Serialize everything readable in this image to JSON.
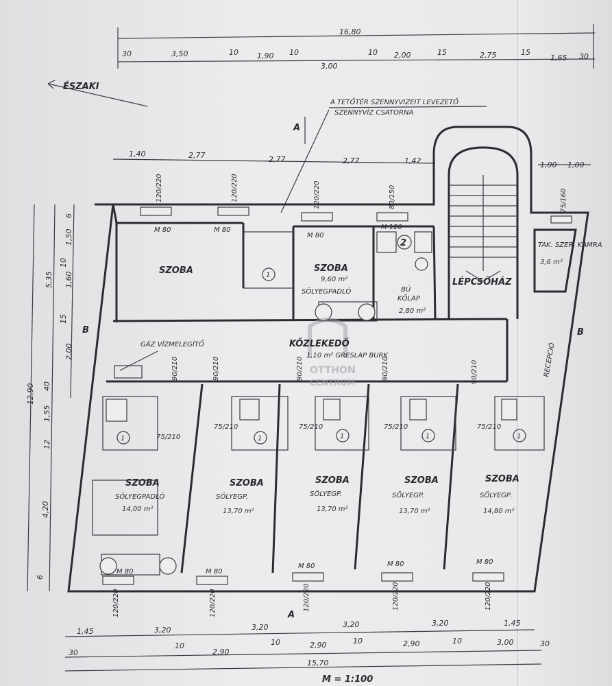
{
  "title": {
    "north": "ÉSZAKI",
    "scale": "M = 1:100"
  },
  "annotations": {
    "roof_drain_1": "A TETŐTÉR SZENNYVIZEIT LEVEZETŐ",
    "roof_drain_2": "SZENNYVÍZ CSATORNA",
    "gas_heater": "GÁZ VÍZMELEGÍTŐ",
    "section_a": "A",
    "section_b": "B"
  },
  "watermark": {
    "line1": "OTTHON",
    "line2": "CENTRUM"
  },
  "rooms": {
    "top_left": {
      "name": "SZOBA"
    },
    "top_mid": {
      "name": "SZOBA",
      "area": "9,60 m²",
      "floor": "SÖLYEGPADLÓ"
    },
    "kitchen": {
      "name": "BÚ",
      "floor": "KŐLAP",
      "area": "2,80 m²",
      "num": "2"
    },
    "stair": {
      "name": "LÉPCSŐHÁZ"
    },
    "storage": {
      "name": "TAK. SZER. KAMRA",
      "area": "3,6 m²"
    },
    "corridor": {
      "name": "KÖZLEKEDŐ",
      "detail": "1,10 m²  GRESLAP BURK"
    },
    "reception": {
      "name": "RECEPCIÓ"
    },
    "bottom": [
      {
        "name": "SZOBA",
        "floor": "SÖLYEGPADLÓ",
        "area": "14,00 m²"
      },
      {
        "name": "SZOBA",
        "floor": "SÖLYEGP.",
        "area": "13,70 m²"
      },
      {
        "name": "SZOBA",
        "floor": "SÖLYEGP.",
        "area": "13,70 m²"
      },
      {
        "name": "SZOBA",
        "floor": "SÖLYEGP.",
        "area": "13,70 m²"
      },
      {
        "name": "SZOBA",
        "floor": "SÖLYEGP.",
        "area": "14,80 m²"
      }
    ],
    "bath_num": "1"
  },
  "dims": {
    "top_total": "16,80",
    "top_row": [
      "30",
      "3,50",
      "10",
      "1,90",
      "10",
      "3,00",
      "10",
      "2,00",
      "15",
      "2,75",
      "15",
      "1,65",
      "30"
    ],
    "mid_row": [
      "1,40",
      "2,77",
      "2,77",
      "2,77",
      "1,42",
      "1,00",
      "1,00"
    ],
    "left_total": "12,90",
    "left_row": [
      "5,35",
      "40",
      "1,55",
      "12",
      "4,20",
      "6"
    ],
    "left_inner": [
      "6",
      "1,50",
      "10",
      "1,60",
      "15",
      "2,00"
    ],
    "bottom_row1": [
      "1,45",
      "3,20",
      "3,20",
      "3,20",
      "3,20",
      "1,45"
    ],
    "bottom_row2": [
      "30",
      "10",
      "2,90",
      "10",
      "2,90",
      "10",
      "2,90",
      "10",
      "3,00",
      "30"
    ],
    "bottom_total": "15,70"
  },
  "openings": {
    "top": [
      "120/220",
      "120/220",
      "120/220",
      "80/150",
      "75/160"
    ],
    "top_sill": [
      "M 80",
      "M 80",
      "M 80",
      "M 120"
    ],
    "doors_90": [
      "90/210",
      "90/210",
      "90/210",
      "90/210",
      "90/210"
    ],
    "doors_75": [
      "75/210",
      "75/210",
      "75/210",
      "75/210",
      "75/210"
    ],
    "bottom_sill": [
      "M 80",
      "M 80",
      "M 80",
      "M 80",
      "M 80"
    ],
    "bottom": [
      "120/220",
      "120/220",
      "120/220",
      "120/220",
      "120/220"
    ]
  },
  "colors": {
    "paper": "#e8e8ea",
    "ink": "#2b2b30"
  }
}
